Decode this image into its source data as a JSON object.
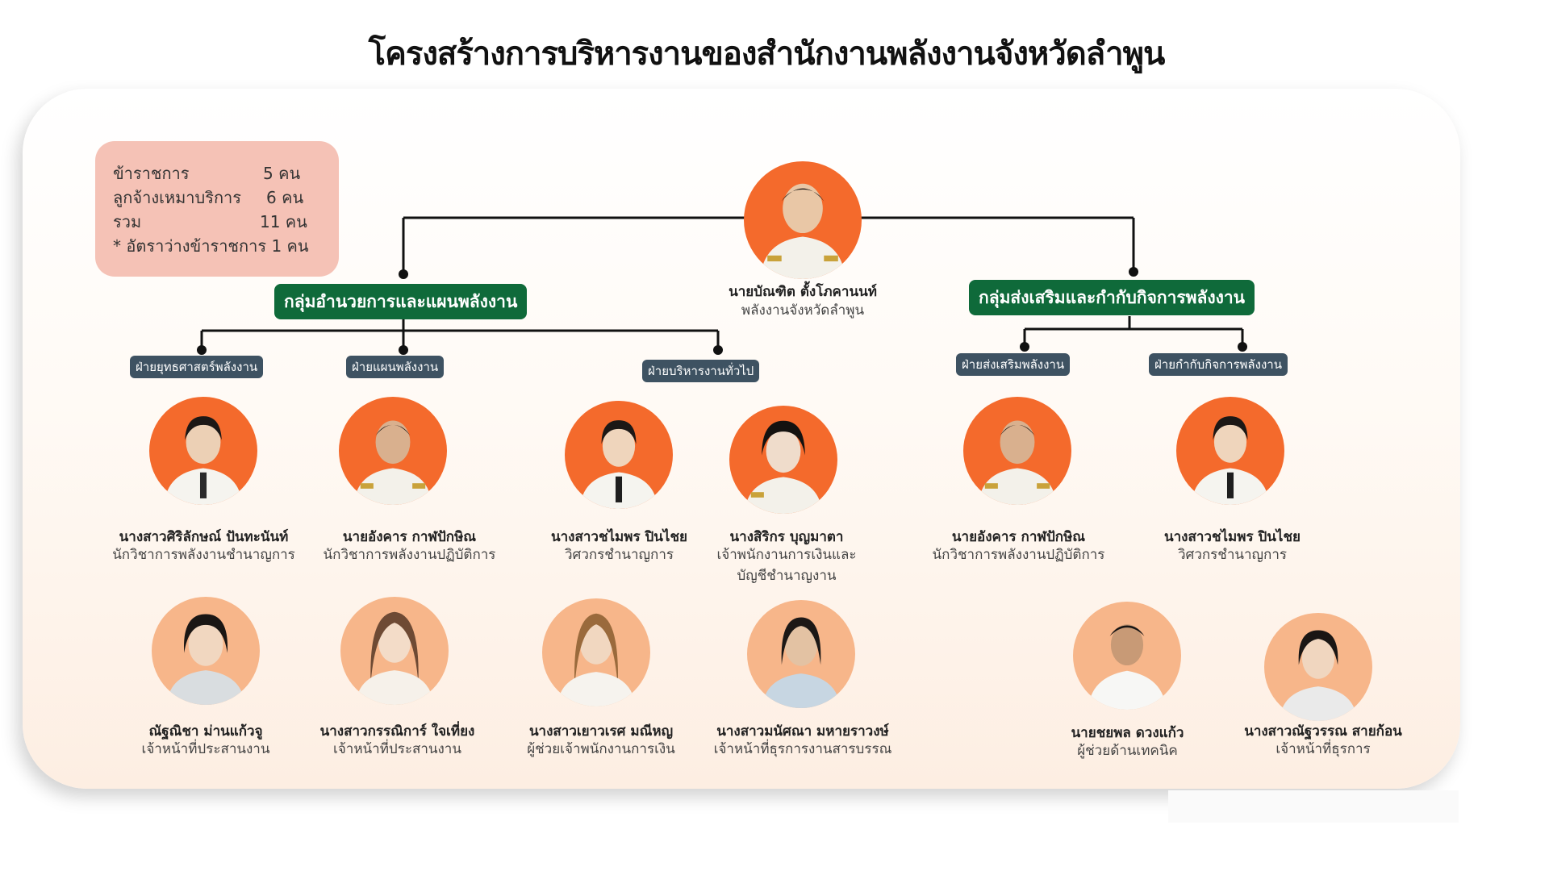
{
  "title": "โครงสร้างการบริหารงานของสำนักงานพลังงานจังหวัดลำพูน",
  "stats": {
    "rows": [
      {
        "label": "ข้าราชการ",
        "value": "5 คน"
      },
      {
        "label": "ลูกจ้างเหมาบริการ",
        "value": "6 คน"
      },
      {
        "label": "รวม",
        "value": "11 คน"
      }
    ],
    "note": "* อัตราว่างข้าราชการ 1 คน"
  },
  "head": {
    "name": "นายบัณฑิต ตั้งโภคานนท์",
    "position": "พลังงานจังหวัดลำพูน"
  },
  "groups": [
    {
      "label": "กลุ่มอำนวยการและแผนพลังงาน"
    },
    {
      "label": "กลุ่มส่งเสริมและกำกับกิจการพลังงาน"
    }
  ],
  "sections": [
    "ฝ่ายยุทธศาสตร์พลังงาน",
    "ฝ่ายแผนพลังงาน",
    "ฝ่ายบริหารงานทั่วไป",
    "ฝ่ายส่งเสริมพลังงาน",
    "ฝ่ายกำกับกิจการพลังงาน"
  ],
  "staff": [
    {
      "name": "นางสาวศิริลักษณ์ ปันทะนันท์",
      "position": "นักวิชาการพลังงานชำนาญการ"
    },
    {
      "name": "นายอังคาร กาฬปักษิณ",
      "position": "นักวิชาการพลังงานปฏิบัติการ"
    },
    {
      "name": "นางสาวชไมพร ปินไชย",
      "position": "วิศวกรชำนาญการ"
    },
    {
      "name": "นางสิริกร บุญมาตา",
      "position": "เจ้าพนักงานการเงินและ",
      "position2": "บัญชีชำนาญงาน"
    },
    {
      "name": "นายอังคาร กาฬปักษิณ",
      "position": "นักวิชาการพลังงานปฏิบัติการ"
    },
    {
      "name": "นางสาวชไมพร ปินไชย",
      "position": "วิศวกรชำนาญการ"
    },
    {
      "name": "ณัฐณิชา ม่านแก้วจู",
      "position": "เจ้าหน้าที่ประสานงาน"
    },
    {
      "name": "นางสาวกรรณิการ์ ใจเที่ยง",
      "position": "เจ้าหน้าที่ประสานงาน"
    },
    {
      "name": "นางสาวเยาวเรศ มณีหญ",
      "position": "ผู้ช่วยเจ้าพนักงานการเงิน"
    },
    {
      "name": "นางสาวมนัศณา มหายราวงษ์",
      "position": "เจ้าหน้าที่ธุรการงานสารบรรณ"
    },
    {
      "name": "นายชยพล ดวงแก้ว",
      "position": "ผู้ช่วยด้านเทคนิค"
    },
    {
      "name": "นางสาวณัฐวรรณ สายก้อน",
      "position": "เจ้าหน้าที่ธุรการ"
    }
  ],
  "colors": {
    "group_bg": "#0f6a3a",
    "section_bg": "#3e5262",
    "photo_orange": "#f46a2c",
    "photo_peach": "#f7b68a",
    "stats_bg": "#f5c2b6"
  }
}
